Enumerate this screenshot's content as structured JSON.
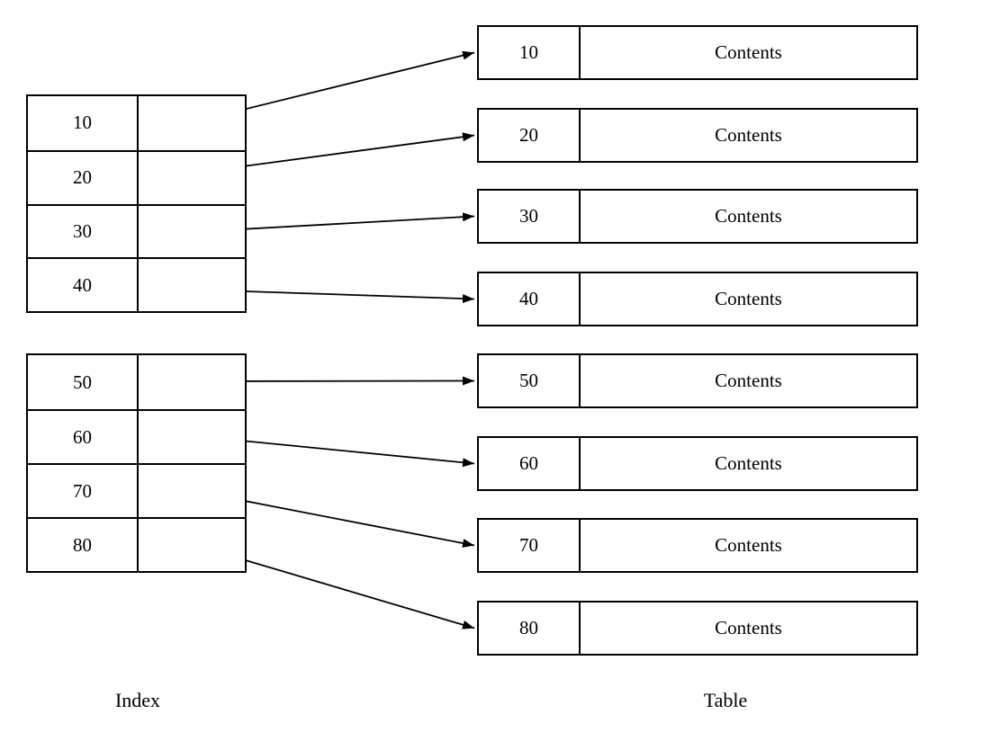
{
  "index": {
    "label": "Index",
    "blocks": [
      {
        "rows": [
          {
            "key": "10"
          },
          {
            "key": "20"
          },
          {
            "key": "30"
          },
          {
            "key": "40"
          }
        ]
      },
      {
        "rows": [
          {
            "key": "50"
          },
          {
            "key": "60"
          },
          {
            "key": "70"
          },
          {
            "key": "80"
          }
        ]
      }
    ]
  },
  "table": {
    "label": "Table",
    "rows": [
      {
        "key": "10",
        "contents": "Contents"
      },
      {
        "key": "20",
        "contents": "Contents"
      },
      {
        "key": "30",
        "contents": "Contents"
      },
      {
        "key": "40",
        "contents": "Contents"
      },
      {
        "key": "50",
        "contents": "Contents"
      },
      {
        "key": "60",
        "contents": "Contents"
      },
      {
        "key": "70",
        "contents": "Contents"
      },
      {
        "key": "80",
        "contents": "Contents"
      }
    ]
  },
  "links": [
    {
      "from": "10",
      "to": "10"
    },
    {
      "from": "20",
      "to": "20"
    },
    {
      "from": "30",
      "to": "30"
    },
    {
      "from": "40",
      "to": "40"
    },
    {
      "from": "50",
      "to": "50"
    },
    {
      "from": "60",
      "to": "60"
    },
    {
      "from": "70",
      "to": "70"
    },
    {
      "from": "80",
      "to": "80"
    }
  ],
  "colors": {
    "line": "#000000",
    "background": "#ffffff",
    "text": "#000000"
  }
}
